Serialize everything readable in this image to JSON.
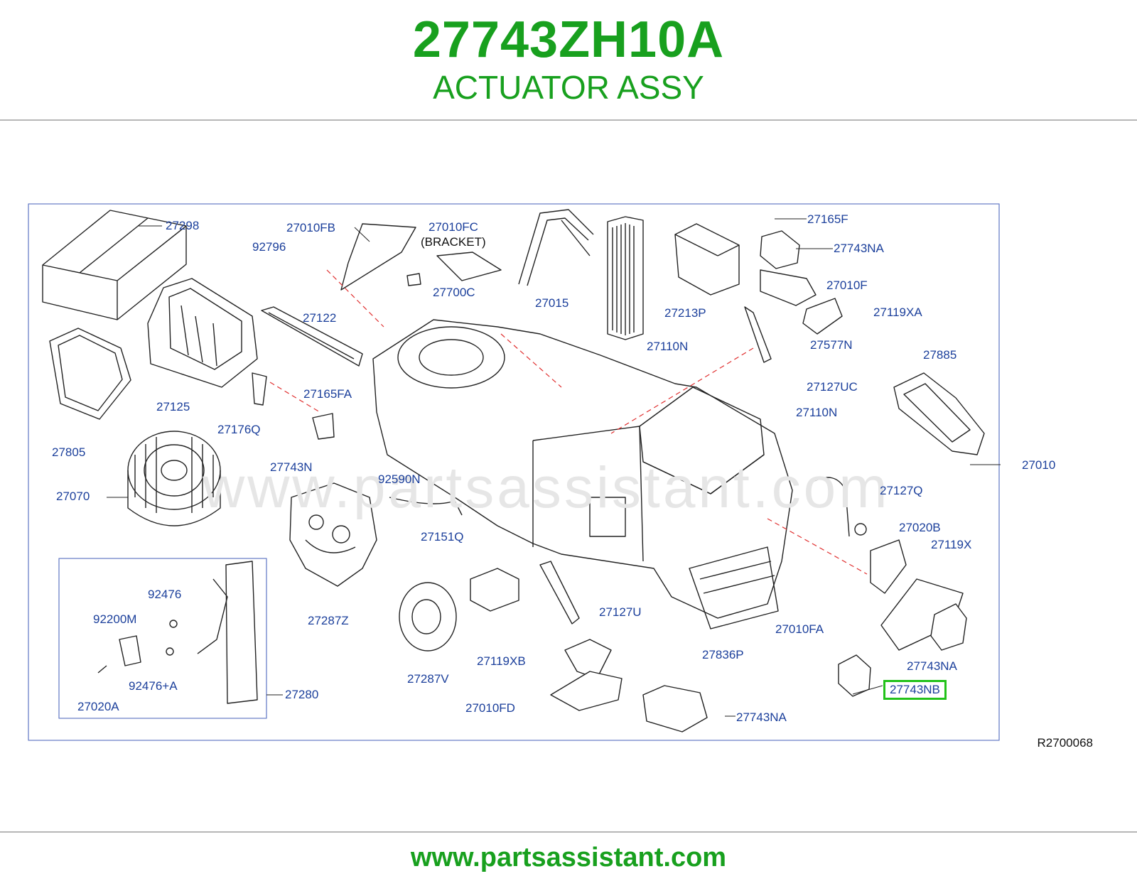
{
  "header": {
    "part_number": "27743ZH10A",
    "part_description": "ACTUATOR ASSY"
  },
  "diagram": {
    "watermark": "www.partsassistant.com",
    "reference_code": "R2700068",
    "callouts": [
      {
        "id": "27298",
        "label": "27298"
      },
      {
        "id": "27010FB",
        "label": "27010FB"
      },
      {
        "id": "27010FC",
        "label": "27010FC"
      },
      {
        "id": "bracket",
        "label": "(BRACKET)"
      },
      {
        "id": "92796",
        "label": "92796"
      },
      {
        "id": "27700C",
        "label": "27700C"
      },
      {
        "id": "27015",
        "label": "27015"
      },
      {
        "id": "27213P",
        "label": "27213P"
      },
      {
        "id": "27165F",
        "label": "27165F"
      },
      {
        "id": "27743NA_top",
        "label": "27743NA"
      },
      {
        "id": "27010F",
        "label": "27010F"
      },
      {
        "id": "27119XA",
        "label": "27119XA"
      },
      {
        "id": "27577N",
        "label": "27577N"
      },
      {
        "id": "27122",
        "label": "27122"
      },
      {
        "id": "27110N_a",
        "label": "27110N"
      },
      {
        "id": "27125",
        "label": "27125"
      },
      {
        "id": "27165FA",
        "label": "27165FA"
      },
      {
        "id": "27127UC",
        "label": "27127UC"
      },
      {
        "id": "27885",
        "label": "27885"
      },
      {
        "id": "27110N_b",
        "label": "27110N"
      },
      {
        "id": "27176Q",
        "label": "27176Q"
      },
      {
        "id": "27805",
        "label": "27805"
      },
      {
        "id": "27743N",
        "label": "27743N"
      },
      {
        "id": "27010",
        "label": "27010"
      },
      {
        "id": "27070",
        "label": "27070"
      },
      {
        "id": "92590N",
        "label": "92590N"
      },
      {
        "id": "27127Q",
        "label": "27127Q"
      },
      {
        "id": "27020B",
        "label": "27020B"
      },
      {
        "id": "27151Q",
        "label": "27151Q"
      },
      {
        "id": "27119X",
        "label": "27119X"
      },
      {
        "id": "92476",
        "label": "92476"
      },
      {
        "id": "92200M",
        "label": "92200M"
      },
      {
        "id": "27127U",
        "label": "27127U"
      },
      {
        "id": "27287Z",
        "label": "27287Z"
      },
      {
        "id": "27010FA",
        "label": "27010FA"
      },
      {
        "id": "27836P",
        "label": "27836P"
      },
      {
        "id": "27119XB",
        "label": "27119XB"
      },
      {
        "id": "27743NA_right",
        "label": "27743NA"
      },
      {
        "id": "92476A",
        "label": "92476+A"
      },
      {
        "id": "27287V",
        "label": "27287V"
      },
      {
        "id": "27743NB",
        "label": "27743NB",
        "highlighted": true
      },
      {
        "id": "27280",
        "label": "27280"
      },
      {
        "id": "27010FD",
        "label": "27010FD"
      },
      {
        "id": "27020A",
        "label": "27020A"
      },
      {
        "id": "27743NA_bottom",
        "label": "27743NA"
      }
    ]
  },
  "footer": {
    "url": "www.partsassistant.com"
  },
  "colors": {
    "brand_green": "#18a01e",
    "callout_blue": "#1b3f9b",
    "highlight_green": "#22c21a",
    "frame_blue": "#6a7fc8",
    "leader_red": "#e03030"
  }
}
